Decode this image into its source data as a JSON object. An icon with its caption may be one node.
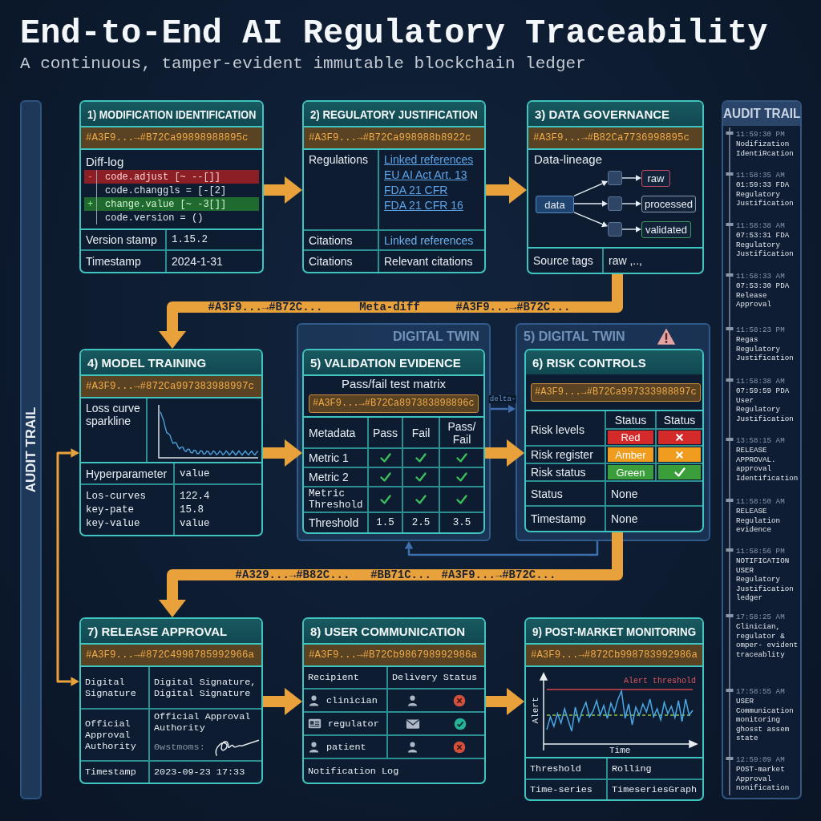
{
  "diagram": {
    "title": "End-to-End AI Regulatory Traceability",
    "nodes": [
      {
        "text": [
          "AUDIT TRAIL"
        ]
      },
      {
        "text": [
          "1) MODIFICATION IDENTIFICATION",
          "#A3F9...→#B72Ca99898988895c",
          "Diff-log",
          "-",
          "code.adjust [~ --[]]",
          "code.changgls = [-[2]",
          "+",
          "change.value [~ -3[]]",
          "code.version = ()",
          "Version stamp",
          "1.15.2",
          "Timestamp",
          "2024-1-31"
        ]
      },
      {
        "text": [
          "2) REGULATORY JUSTIFICATION",
          "#A3F9...→#B72Ca998988b8922c",
          "Regulations",
          "Linked references",
          "EU AI Act Art. 13",
          "FDA 21 CFR",
          "FDA 21 CFR 16",
          "Citations",
          "Linked references",
          "Citations",
          "Relevant citations"
        ]
      },
      {
        "text": [
          "3) DATA GOVERNANCE",
          "#A3F9...→#B82Ca7736998895c",
          "Data-lineage",
          "Source tags",
          "raw ,..,"
        ]
      },
      {
        "text": [
          "data"
        ],
        "in": 3
      },
      {
        "text": [],
        "shape": "box",
        "in": 3
      },
      {
        "text": [],
        "shape": "box",
        "in": 3
      },
      {
        "text": [],
        "shape": "box",
        "in": 3
      },
      {
        "text": [
          "raw"
        ],
        "in": 3
      },
      {
        "text": [
          "processed"
        ],
        "in": 3
      },
      {
        "text": [
          "validated"
        ],
        "in": 3
      },
      {
        "text": [
          "AUDIT TRAIL",
          "11:59:30 PM",
          "Nodifization IdentiRcation",
          "11:58:35 AM",
          "01:59:33 FDA Regulatory Justification",
          "11:58:38 AM",
          "07:53:31 FDA Regulatory Justification",
          "11:58:33 AM",
          "07:53:30 PDA Release Approval",
          "11:58:23 PM",
          "Regas Regulatory Justification",
          "11:58:38 AM",
          "07:59:59 PDA User Regulatory Justification",
          "13:58:15 AM",
          "RELEASE APPROVAL. approval Identification",
          "11:58:50 AM",
          "RELEASE Regulation evidence",
          "11:58:56 PM",
          "NOTIFICATION USER Regulatory Justification ledger",
          "17:58:25 AM",
          "Clinician, regulator & omper- evident traceablity",
          "17:58:55 AM",
          "USER Communication monitoring ghosst assem state",
          "12:59:09 AM",
          "POST-market Approval nonification"
        ]
      },
      {
        "text": [
          "DIGITAL TWIN"
        ]
      },
      {
        "text": [
          "5) DIGITAL TWIN"
        ]
      },
      {
        "text": [
          "4) MODEL TRAINING",
          "#A3F9...→#872Ca997383988997c",
          "Loss curve sparkline",
          "Hyperparameter",
          "value",
          "Los-curves",
          "key-pate",
          "key-value",
          "122.4",
          "15.8",
          "value"
        ]
      },
      {
        "in": 12,
        "text": [
          "5) VALIDATION EVIDENCE",
          "Pass/fail test matrix",
          "#A3F9...→#B72Ca897383898896c",
          "Metadata",
          "Pass",
          "Fail",
          "Pass/ Fail",
          "Metric 1",
          "Metric 2",
          "Metric Threshold",
          "Threshold",
          "1.5",
          "2.5",
          "3.5"
        ]
      },
      {
        "in": 13,
        "text": [
          "6) RISK CONTROLS",
          "#A3F9...→#B72Ca997333988897c",
          "Risk levels",
          "Status",
          "Status",
          "Red",
          "Risk register",
          "Amber",
          "Risk status",
          "Green",
          "Status",
          "None",
          "Timestamp",
          "None"
        ]
      },
      {
        "text": [
          "7) RELEASE APPROVAL",
          "#A3F9...→#872C4998785992966a",
          "Digital Signature",
          "Digital Signature, Digital Signature",
          "Official Approval Authority",
          "Official Approval Authority",
          "Θwstmoms:",
          "Timestamp",
          "2023-09-23 17:33"
        ]
      },
      {
        "text": [
          "8) USER COMMUNICATION",
          "#A3F9...→#B72Cb986798992986a",
          "Recipient",
          "Delivery Status",
          "clinician",
          "regulator",
          "patient",
          "Notification Log"
        ]
      },
      {
        "text": [
          "9) POST-MARKET MONITORING",
          "#A3F9...→#872Cb998783992986a",
          "Alert threshold",
          "Alert",
          "Time",
          "Threshold",
          "Rolling",
          "Time-series",
          "TimeseriesGraph"
        ]
      }
    ],
    "edges": [
      {
        "from": 1,
        "to": 2,
        "arrow": "to",
        "style": "thick"
      },
      {
        "from": 2,
        "to": 3,
        "arrow": "to",
        "style": "thick"
      },
      {
        "from": 3,
        "to": 14,
        "arrow": "to",
        "style": "thick"
      },
      {
        "from": 14,
        "to": 15,
        "arrow": "to",
        "style": "thick"
      },
      {
        "from": 15,
        "to": 16,
        "arrow": "to",
        "style": "thick"
      },
      {
        "from": 16,
        "to": 17,
        "arrow": "to",
        "style": "thick"
      },
      {
        "from": 17,
        "to": 18,
        "arrow": "to",
        "style": "thick"
      },
      {
        "from": 18,
        "to": 19,
        "arrow": "to",
        "style": "thick"
      },
      {
        "from": 14,
        "to": 17,
        "arrow": "both"
      },
      {
        "from": 4,
        "to": 5,
        "arrow": "to",
        "color": "#e6edf5"
      },
      {
        "from": 4,
        "to": 6,
        "arrow": "to",
        "color": "#e6edf5"
      },
      {
        "from": 4,
        "to": 7,
        "arrow": "to",
        "color": "#e6edf5"
      },
      {
        "from": 5,
        "to": 8,
        "arrow": "to",
        "color": "#e6edf5"
      },
      {
        "from": 6,
        "to": 9,
        "arrow": "to",
        "color": "#e6edf5"
      },
      {
        "from": 7,
        "to": 10,
        "arrow": "to",
        "color": "#e6edf5"
      },
      {
        "from": 12,
        "to": 13,
        "arrow": "to",
        "label": "delta-",
        "color": "#3f6fae"
      },
      {
        "from": 13,
        "to": 12,
        "arrow": "to",
        "color": "#3f6fae"
      }
    ],
    "labels": [
      "A continuous, tamper-evident immutable blockchain ledger",
      "#A3F9...→#B72C...",
      "Meta-diff",
      "#A3F9...→#B72C...",
      "#A329...→#B82C...",
      "#BB71C...",
      "#A3F9...→#B72C..."
    ]
  }
}
